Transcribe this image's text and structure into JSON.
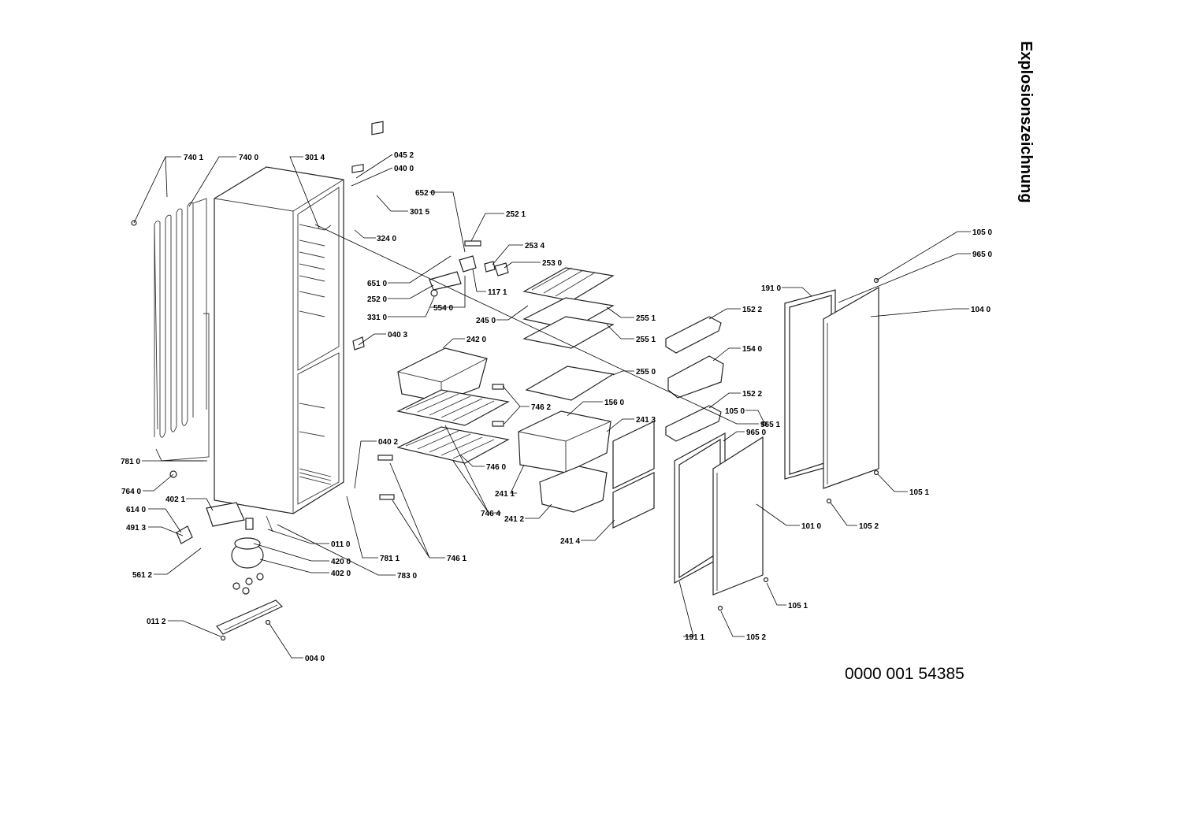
{
  "title": "Explosionszeichnung",
  "document_number": "0000 001 54385",
  "part_labels": [
    "740 1",
    "740 0",
    "301 4",
    "045 2",
    "040 0",
    "301 5",
    "652 0",
    "324 0",
    "252 1",
    "253 4",
    "253 0",
    "651 0",
    "252 0",
    "117 1",
    "331 0",
    "554 0",
    "245 0",
    "255 1",
    "255 1",
    "040 3",
    "242 0",
    "255 0",
    "965 1",
    "746 2",
    "156 0",
    "241 3",
    "040 2",
    "746 0",
    "241 1",
    "781 0",
    "764 0",
    "746 4",
    "241 2",
    "241 4",
    "402 1",
    "614 0",
    "491 3",
    "011 0",
    "781 1",
    "420 0",
    "402 0",
    "746 1",
    "783 0",
    "561 2",
    "011 2",
    "004 0",
    "152 2",
    "154 0",
    "152 2",
    "191 0",
    "105 0",
    "965 0",
    "104 0",
    "105 0",
    "965 0",
    "105 1",
    "105 2",
    "101 0",
    "105 1",
    "191 1",
    "105 2"
  ]
}
